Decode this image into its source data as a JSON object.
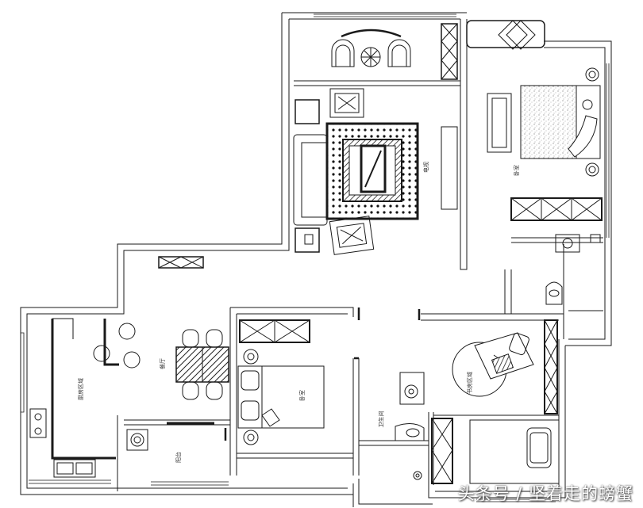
{
  "rooms": {
    "kitchen": "厨房区域",
    "dining": "餐厅",
    "bedroom_center": "卧室",
    "bedroom_master": "卧室",
    "study": "书房区域",
    "bath": "卫生间",
    "laundry": "阳台",
    "tv_wall": "电视"
  },
  "watermark": "头条号 / 坚着走的螃蟹",
  "colors": {
    "line": "#1a1a1a",
    "background": "#ffffff"
  }
}
